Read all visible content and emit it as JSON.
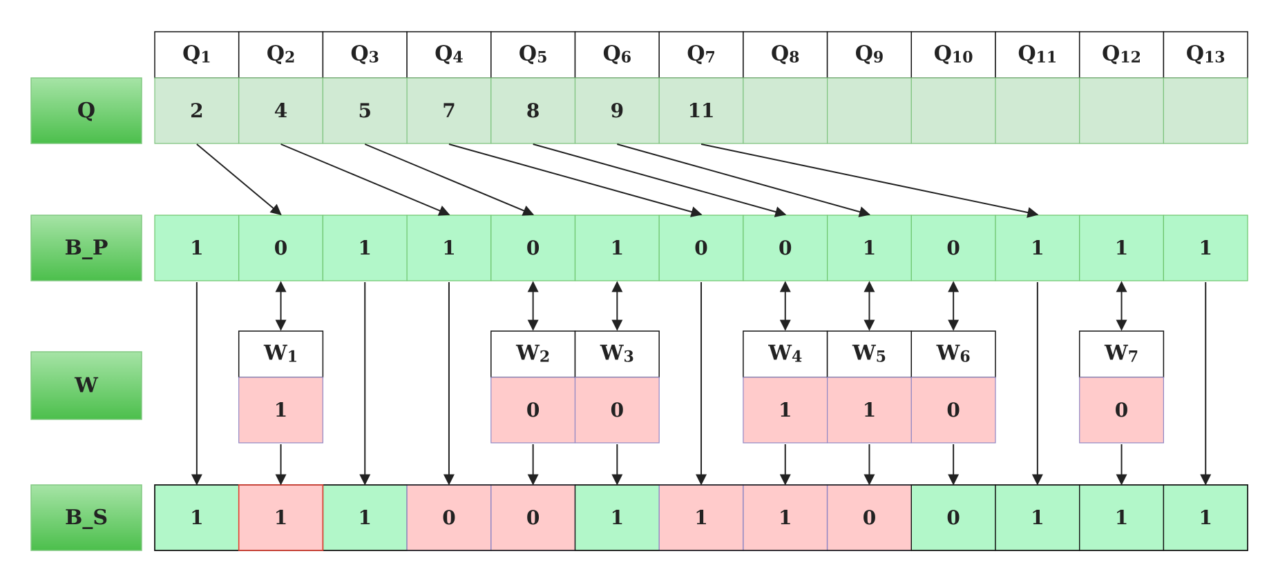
{
  "row_labels": [
    "Q",
    "B_P",
    "W",
    "B_S"
  ],
  "q_header": [
    {
      "base": "Q",
      "sub": "1"
    },
    {
      "base": "Q",
      "sub": "2"
    },
    {
      "base": "Q",
      "sub": "3"
    },
    {
      "base": "Q",
      "sub": "4"
    },
    {
      "base": "Q",
      "sub": "5"
    },
    {
      "base": "Q",
      "sub": "6"
    },
    {
      "base": "Q",
      "sub": "7"
    },
    {
      "base": "Q",
      "sub": "8"
    },
    {
      "base": "Q",
      "sub": "9"
    },
    {
      "base": "Q",
      "sub": "10"
    },
    {
      "base": "Q",
      "sub": "11"
    },
    {
      "base": "Q",
      "sub": "12"
    },
    {
      "base": "Q",
      "sub": "13"
    }
  ],
  "q_values": [
    "2",
    "4",
    "5",
    "7",
    "8",
    "9",
    "11",
    "",
    "",
    "",
    "",
    "",
    ""
  ],
  "b_p": [
    "1",
    "0",
    "1",
    "1",
    "0",
    "1",
    "0",
    "0",
    "1",
    "0",
    "1",
    "1",
    "1"
  ],
  "w_boxes": [
    {
      "base": "W",
      "sub": "1",
      "value": "1",
      "col": 2
    },
    {
      "base": "W",
      "sub": "2",
      "value": "0",
      "col": 5
    },
    {
      "base": "W",
      "sub": "3",
      "value": "0",
      "col": 6
    },
    {
      "base": "W",
      "sub": "4",
      "value": "1",
      "col": 8
    },
    {
      "base": "W",
      "sub": "5",
      "value": "1",
      "col": 9
    },
    {
      "base": "W",
      "sub": "6",
      "value": "0",
      "col": 10
    },
    {
      "base": "W",
      "sub": "7",
      "value": "0",
      "col": 12
    }
  ],
  "b_s": [
    {
      "value": "1",
      "from_w": false
    },
    {
      "value": "1",
      "from_w": true
    },
    {
      "value": "1",
      "from_w": false
    },
    {
      "value": "0",
      "from_w": true
    },
    {
      "value": "0",
      "from_w": true
    },
    {
      "value": "1",
      "from_w": false
    },
    {
      "value": "1",
      "from_w": true
    },
    {
      "value": "1",
      "from_w": true
    },
    {
      "value": "0",
      "from_w": true
    },
    {
      "value": "0",
      "from_w": false
    },
    {
      "value": "1",
      "from_w": false
    },
    {
      "value": "1",
      "from_w": false
    },
    {
      "value": "1",
      "from_w": false
    }
  ],
  "q_to_bp_links": [
    {
      "from": 1,
      "to": 2
    },
    {
      "from": 2,
      "to": 4
    },
    {
      "from": 3,
      "to": 5
    },
    {
      "from": 4,
      "to": 7
    },
    {
      "from": 5,
      "to": 8
    },
    {
      "from": 6,
      "to": 9
    },
    {
      "from": 7,
      "to": 11
    }
  ],
  "colors": {
    "label_gradient_top": "#a6e4a6",
    "label_gradient_bottom": "#4cbf4c",
    "label_border": "#82c882",
    "q_fill": "#d0ead3",
    "q_border": "#7cc27c",
    "bp_fill": "#b2f7c9",
    "bp_border": "#6cc46c",
    "w_fill": "#ffcbcb",
    "w_border": "#8f86c4",
    "header_border": "#111111",
    "text": "#222222",
    "arrow": "#222222",
    "b_s_highlight_border": "#e04030"
  }
}
